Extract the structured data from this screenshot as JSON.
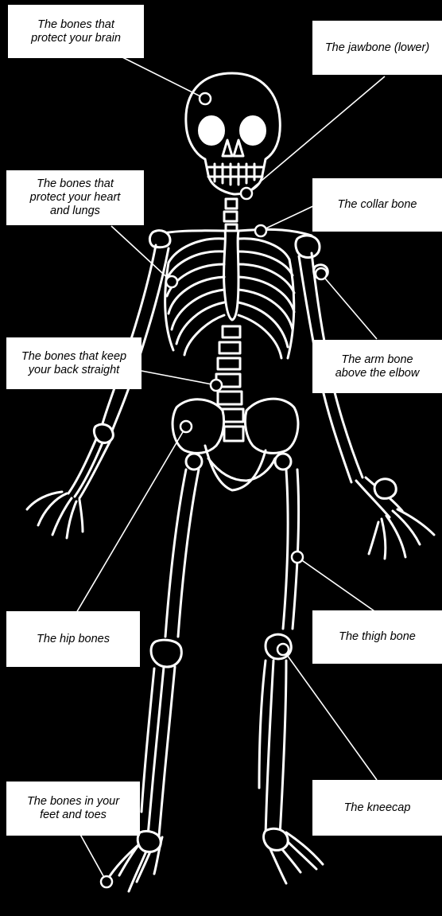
{
  "labels": {
    "skull": [
      "The bones that",
      "protect your brain"
    ],
    "jaw": [
      "The jawbone (lower)"
    ],
    "ribs": [
      "The bones that",
      "protect your heart",
      "and lungs"
    ],
    "collar": [
      "The collar bone"
    ],
    "spine": [
      "The bones that keep",
      "your back straight"
    ],
    "arm": [
      "The arm bone",
      "above the elbow"
    ],
    "hip": [
      "The hip bones"
    ],
    "thigh": [
      "The thigh bone"
    ],
    "feet": [
      "The bones in your",
      "feet and toes"
    ],
    "knee": [
      "The kneecap"
    ]
  },
  "colors": {
    "background": "#000000",
    "bone": "#ffffff",
    "label_bg": "#ffffff",
    "label_text": "#000000"
  }
}
